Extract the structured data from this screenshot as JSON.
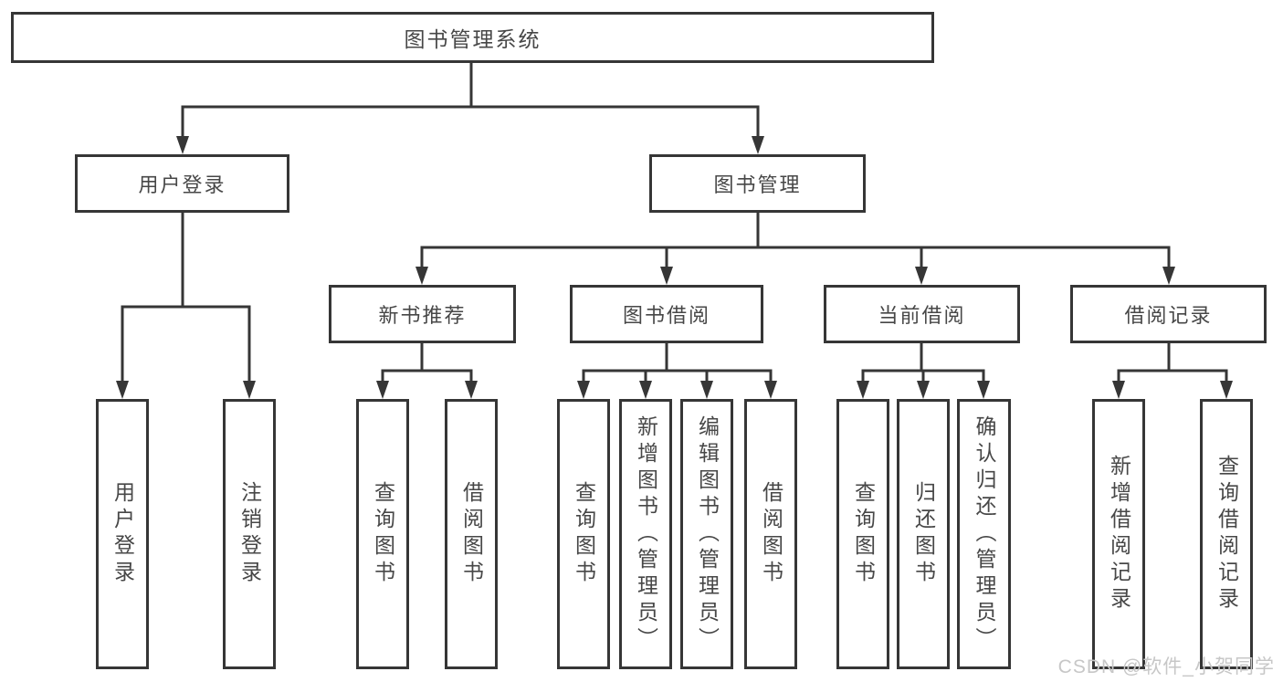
{
  "diagram": {
    "root": {
      "label": "图书管理系统"
    },
    "branches": [
      {
        "label": "用户登录",
        "children": [
          {
            "label": "用户登录"
          },
          {
            "label": "注销登录"
          }
        ]
      },
      {
        "label": "图书管理",
        "children": [
          {
            "label": "新书推荐",
            "children": [
              {
                "label": "查询图书"
              },
              {
                "label": "借阅图书"
              }
            ]
          },
          {
            "label": "图书借阅",
            "children": [
              {
                "label": "查询图书"
              },
              {
                "label": "新增图书（管理员）"
              },
              {
                "label": "编辑图书（管理员）"
              },
              {
                "label": "借阅图书"
              }
            ]
          },
          {
            "label": "当前借阅",
            "children": [
              {
                "label": "查询图书"
              },
              {
                "label": "归还图书"
              },
              {
                "label": "确认归还（管理员）"
              }
            ]
          },
          {
            "label": "借阅记录",
            "children": [
              {
                "label": "新增借阅记录"
              },
              {
                "label": "查询借阅记录"
              }
            ]
          }
        ]
      }
    ]
  },
  "watermark": {
    "text": "CSDN @软件_小贺同学"
  },
  "colors": {
    "line": "#363636",
    "text": "#474747",
    "watermark": "#c7c7c7",
    "background": "#ffffff"
  }
}
